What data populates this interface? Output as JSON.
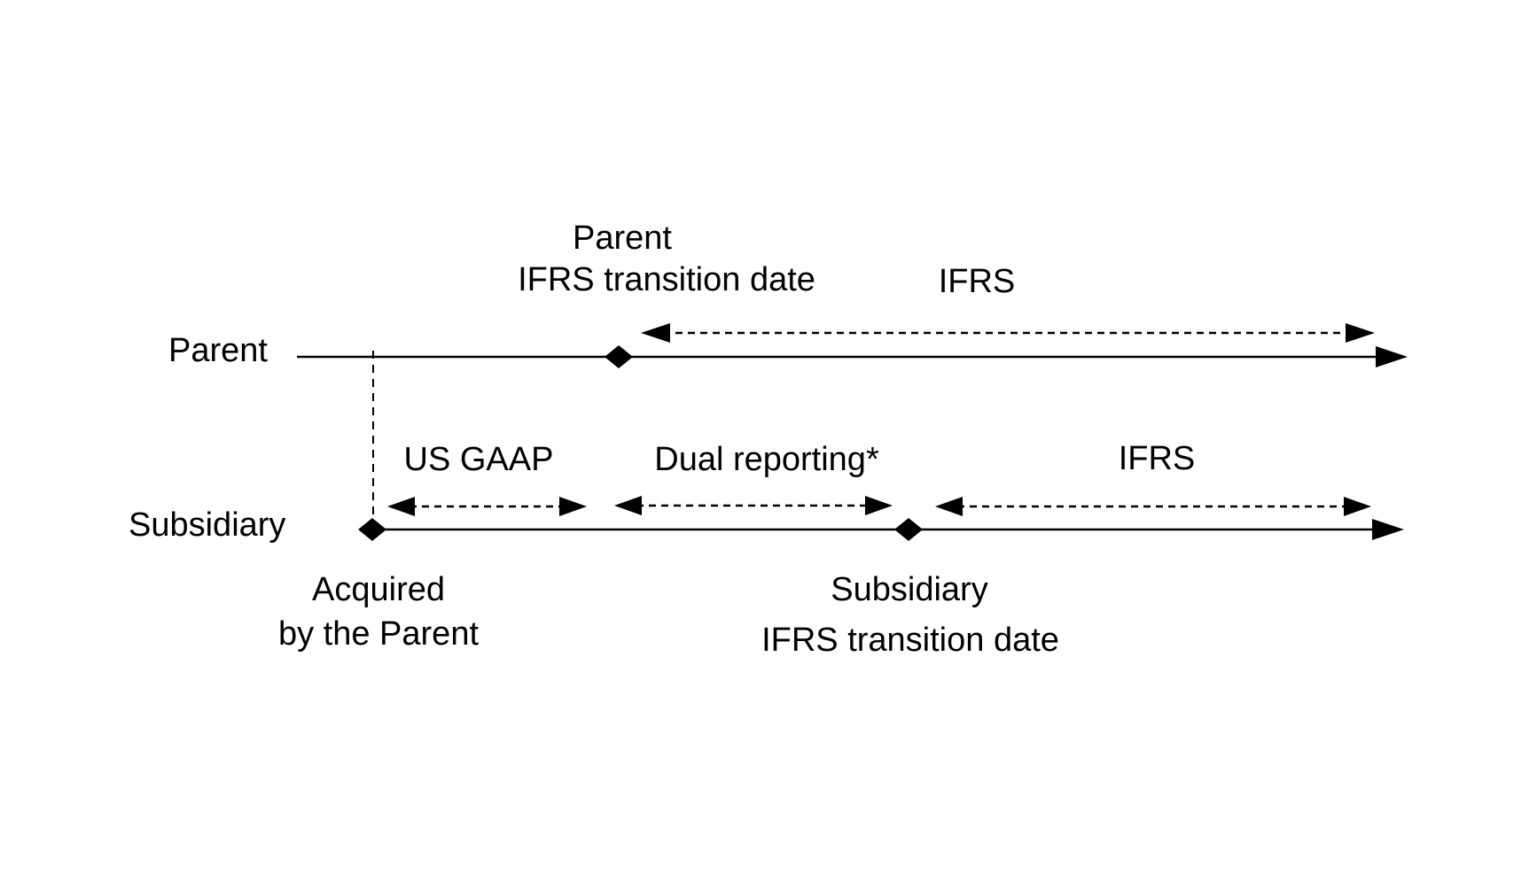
{
  "diagram": {
    "description": "Timeline diagram comparing IFRS transition of a Parent and its Subsidiary",
    "colors": {
      "ink": "#000000",
      "background": "#ffffff"
    },
    "rows": {
      "parent": {
        "label": "Parent",
        "transition_caption_line1": "Parent",
        "transition_caption_line2": "IFRS transition date",
        "periods": {
          "ifrs": "IFRS"
        }
      },
      "subsidiary": {
        "label": "Subsidiary",
        "periods": {
          "us_gaap": "US GAAP",
          "dual_reporting": "Dual reporting*",
          "ifrs": "IFRS"
        },
        "acquired_caption_line1": "Acquired",
        "acquired_caption_line2": "by the Parent",
        "transition_caption_line1": "Subsidiary",
        "transition_caption_line2": "IFRS transition date"
      }
    }
  }
}
